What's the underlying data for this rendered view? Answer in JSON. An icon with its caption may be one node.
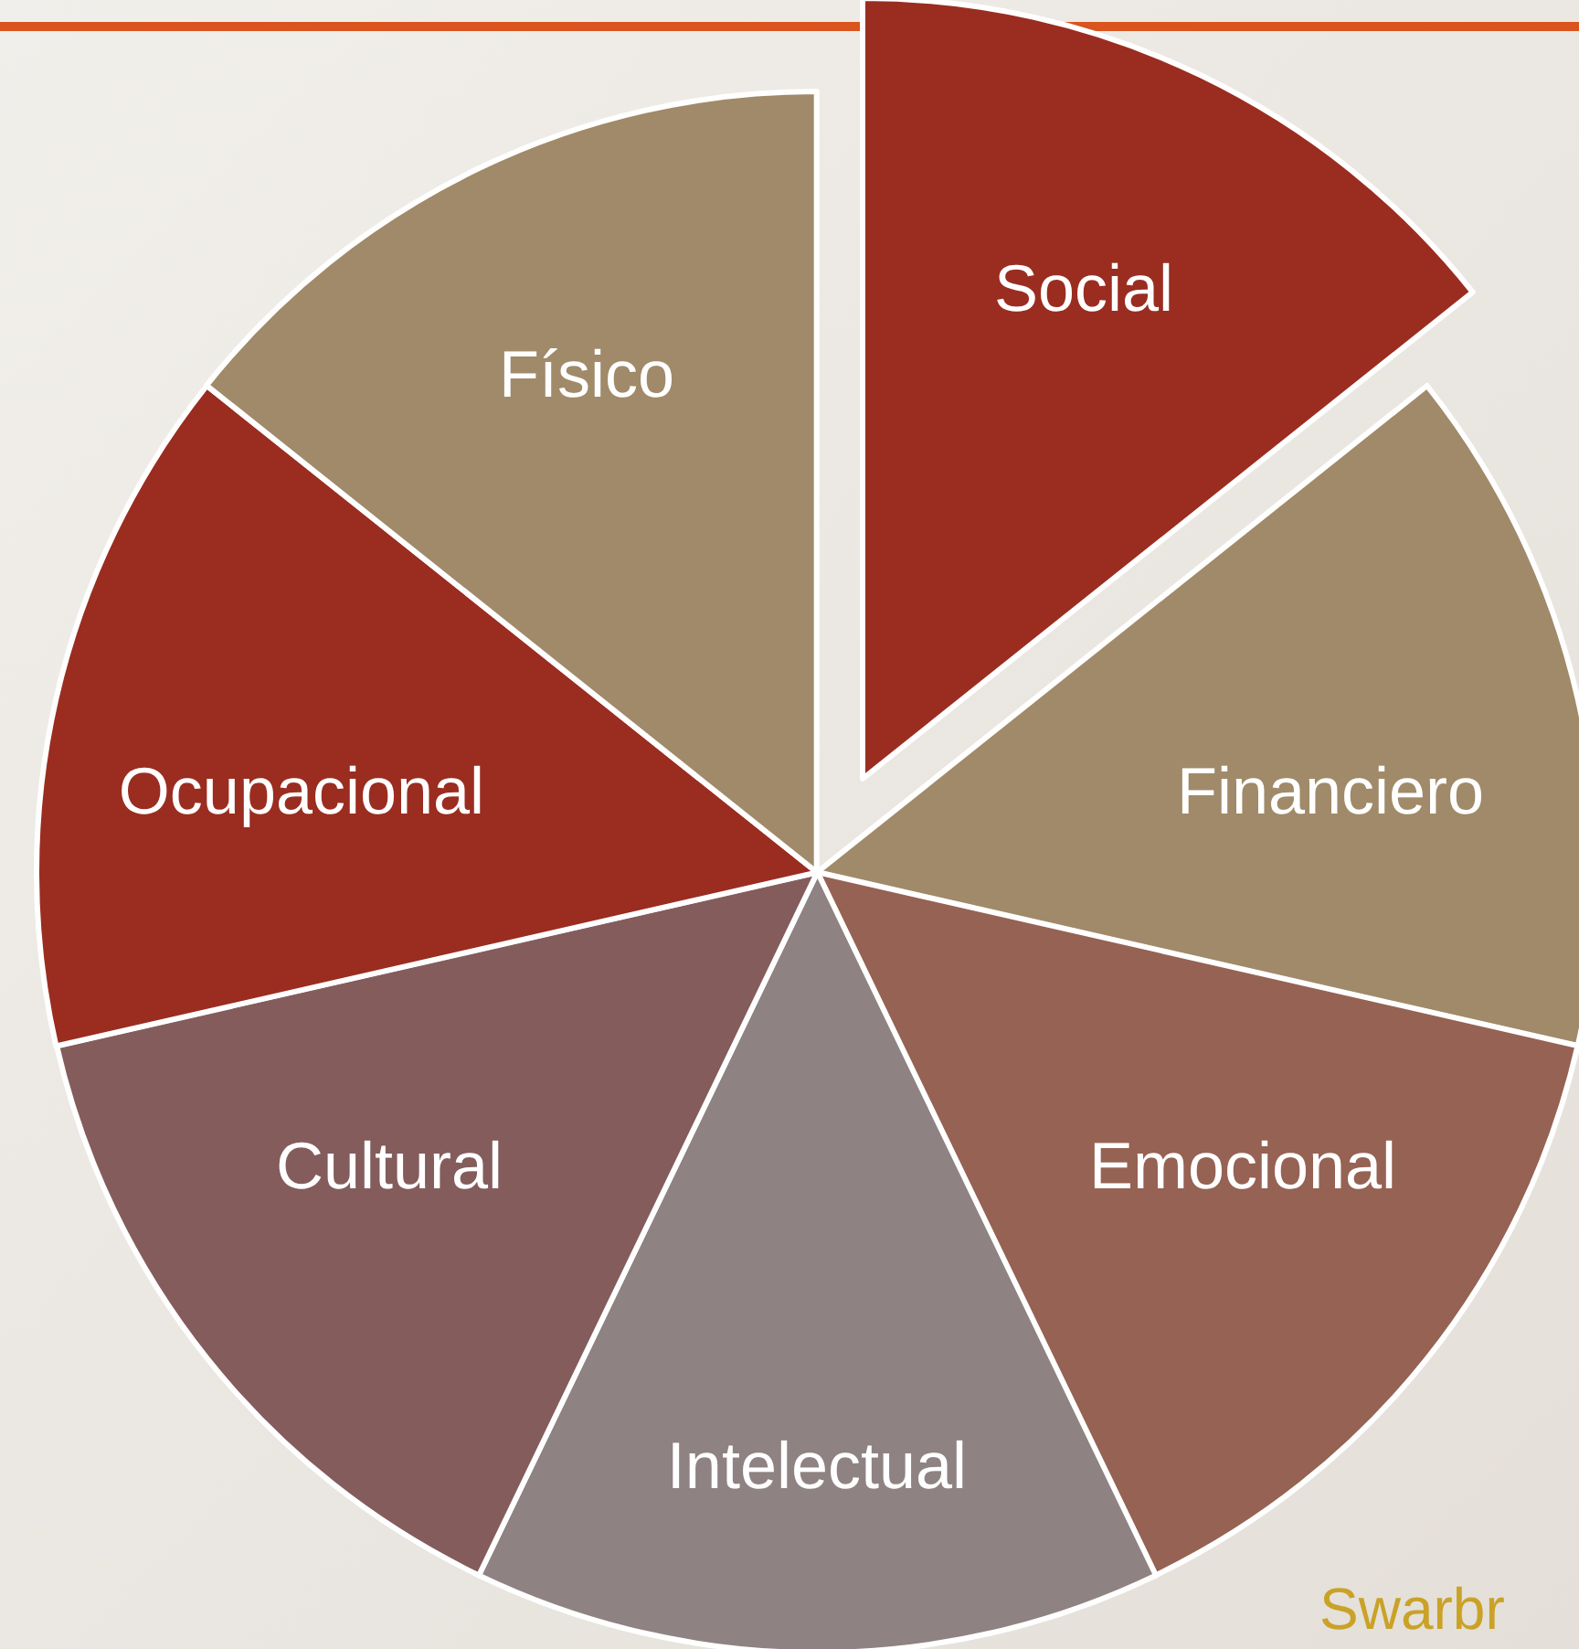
{
  "diagram": {
    "nodes": [
      {
        "text": [
          "Social"
        ]
      },
      {
        "text": [
          "Financiero"
        ]
      },
      {
        "text": [
          "Emocional"
        ]
      },
      {
        "text": [
          "Intelectual"
        ]
      },
      {
        "text": [
          "Cultural"
        ]
      },
      {
        "text": [
          "Ocupacional"
        ]
      },
      {
        "text": [
          "Físico"
        ]
      }
    ],
    "labels": [
      "Swarbr"
    ]
  }
}
